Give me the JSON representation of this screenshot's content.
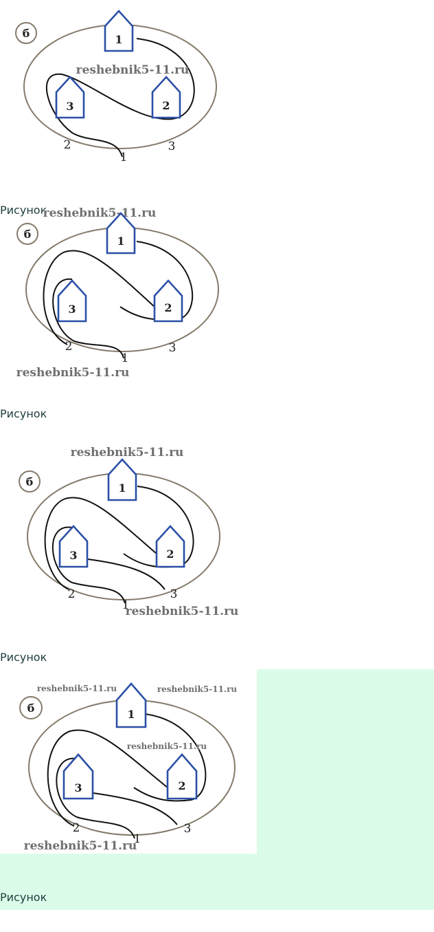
{
  "figures": [
    {
      "badge": "б",
      "houses": [
        "1",
        "2",
        "3"
      ],
      "gate_labels": [
        "1",
        "2",
        "3"
      ],
      "watermarks": [
        "reshebnik5-11.ru"
      ]
    },
    {
      "caption": "Рисунок",
      "badge": "б",
      "houses": [
        "1",
        "2",
        "3"
      ],
      "gate_labels": [
        "1",
        "2",
        "3"
      ],
      "watermarks": [
        "reshebnik5-11.ru",
        "reshebnik5-11.ru"
      ]
    },
    {
      "caption": "Рисунок",
      "badge": "б",
      "houses": [
        "1",
        "2",
        "3"
      ],
      "gate_labels": [
        "1",
        "2",
        "3"
      ],
      "watermarks": [
        "reshebnik5-11.ru",
        "reshebnik5-11.ru"
      ]
    },
    {
      "caption": "Рисунок",
      "badge": "б",
      "houses": [
        "1",
        "2",
        "3"
      ],
      "gate_labels": [
        "1",
        "2",
        "3"
      ],
      "watermarks": [
        "reshebnik5-11.ru",
        "reshebnik5-11.ru",
        "reshebnik5-11.ru",
        "reshebnik5-11.ru"
      ]
    }
  ],
  "last_caption": "Рисунок",
  "colors": {
    "house_stroke": "#2a4fa6",
    "oval_stroke": "#857a6a",
    "highlight_bg": "#dcfcea"
  }
}
